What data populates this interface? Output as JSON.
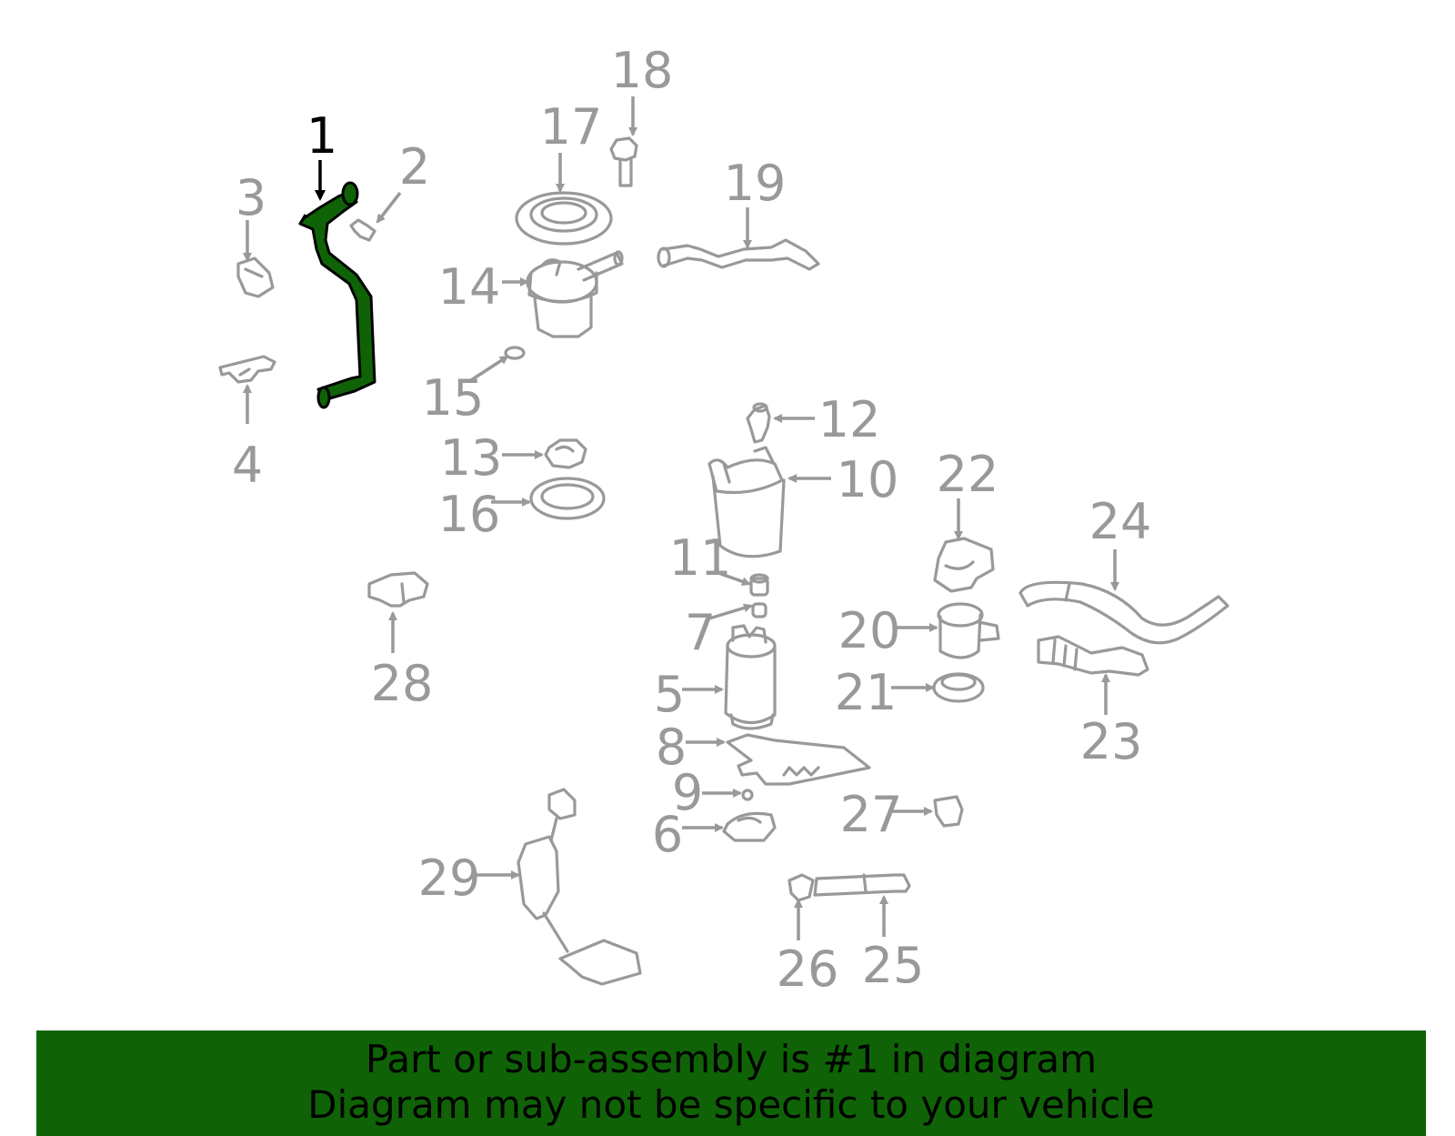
{
  "highlight_color": "#0f6306",
  "highlight_callout": "1",
  "callouts": [
    {
      "id": "1",
      "highlighted": true
    },
    {
      "id": "2"
    },
    {
      "id": "3"
    },
    {
      "id": "4"
    },
    {
      "id": "5"
    },
    {
      "id": "6"
    },
    {
      "id": "7"
    },
    {
      "id": "8"
    },
    {
      "id": "9"
    },
    {
      "id": "10"
    },
    {
      "id": "11"
    },
    {
      "id": "12"
    },
    {
      "id": "13"
    },
    {
      "id": "14"
    },
    {
      "id": "15"
    },
    {
      "id": "16"
    },
    {
      "id": "17"
    },
    {
      "id": "18"
    },
    {
      "id": "19"
    },
    {
      "id": "20"
    },
    {
      "id": "21"
    },
    {
      "id": "22"
    },
    {
      "id": "23"
    },
    {
      "id": "24"
    },
    {
      "id": "25"
    },
    {
      "id": "26"
    },
    {
      "id": "27"
    },
    {
      "id": "28"
    },
    {
      "id": "29"
    }
  ],
  "banner": {
    "line1": "Part or sub-assembly is #1 in diagram",
    "line2": "Diagram may not be specific to your vehicle"
  }
}
